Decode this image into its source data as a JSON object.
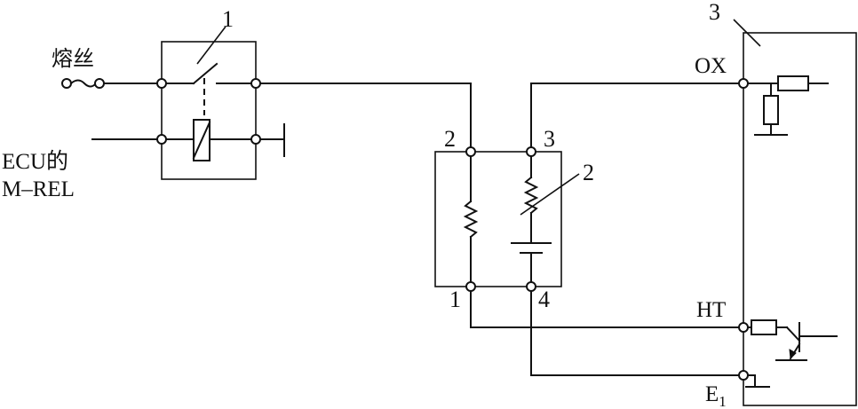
{
  "labels": {
    "fuse": "熔丝",
    "ecu_line1": "ECU的",
    "ecu_line2": "M–REL",
    "callout_relay": "1",
    "callout_sensor": "2",
    "callout_ecu": "3",
    "terminal_2": "2",
    "terminal_3": "3",
    "terminal_1": "1",
    "terminal_4": "4",
    "ecu_ox": "OX",
    "ecu_ht": "HT",
    "ecu_e": "E",
    "ecu_e_sub": "1"
  }
}
